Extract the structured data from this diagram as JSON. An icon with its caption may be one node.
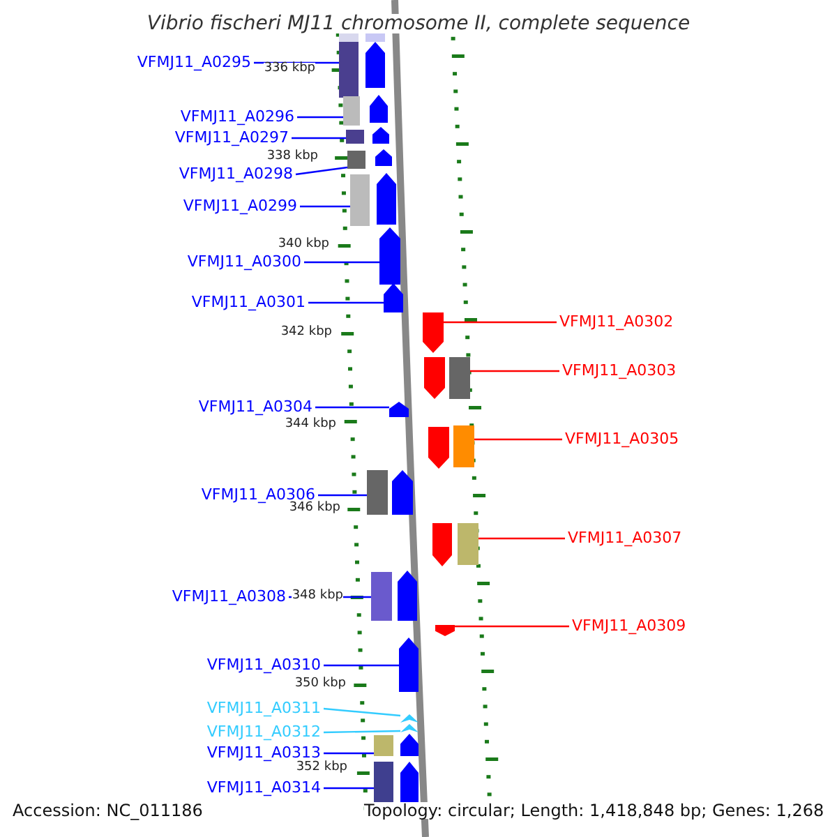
{
  "diagram": {
    "title": "Vibrio fischeri MJ11 chromosome II, complete sequence",
    "nodes": [
      {
        "text": [
          "VFMJ11_A0295"
        ]
      },
      {
        "text": [
          "VFMJ11_A0296"
        ]
      },
      {
        "text": [
          "VFMJ11_A0297"
        ]
      },
      {
        "text": [
          "VFMJ11_A0298"
        ]
      },
      {
        "text": [
          "VFMJ11_A0299"
        ]
      },
      {
        "text": [
          "VFMJ11_A0300"
        ]
      },
      {
        "text": [
          "VFMJ11_A0301"
        ]
      },
      {
        "text": [
          "VFMJ11_A0302"
        ]
      },
      {
        "text": [
          "VFMJ11_A0303"
        ]
      },
      {
        "text": [
          "VFMJ11_A0304"
        ]
      },
      {
        "text": [
          "VFMJ11_A0305"
        ]
      },
      {
        "text": [
          "VFMJ11_A0306"
        ]
      },
      {
        "text": [
          "VFMJ11_A0307"
        ]
      },
      {
        "text": [
          "VFMJ11_A0308"
        ]
      },
      {
        "text": [
          "VFMJ11_A0309"
        ]
      },
      {
        "text": [
          "VFMJ11_A0310"
        ]
      },
      {
        "text": [
          "VFMJ11_A0311"
        ]
      },
      {
        "text": [
          "VFMJ11_A0312"
        ]
      },
      {
        "text": [
          "VFMJ11_A0313"
        ]
      },
      {
        "text": [
          "VFMJ11_A0314"
        ]
      },
      {
        "text": [],
        "shape": "box"
      },
      {
        "text": [],
        "shape": "box"
      },
      {
        "text": [],
        "shape": "box"
      },
      {
        "text": [],
        "shape": "box"
      },
      {
        "text": [],
        "shape": "box"
      },
      {
        "text": [],
        "shape": "arrow"
      },
      {
        "text": [],
        "shape": "arrow"
      },
      {
        "text": [],
        "shape": "arrow"
      },
      {
        "text": [],
        "shape": "box"
      },
      {
        "text": [],
        "shape": "arrow"
      },
      {
        "text": [],
        "shape": "box"
      },
      {
        "text": [],
        "shape": "box"
      },
      {
        "text": [],
        "shape": "box"
      },
      {
        "text": [],
        "shape": "box"
      },
      {
        "text": [],
        "shape": "arrow"
      },
      {
        "text": [],
        "shape": "arrow"
      },
      {
        "text": [],
        "shape": "arrow"
      },
      {
        "text": [],
        "shape": "arrow"
      },
      {
        "text": [],
        "shape": "box"
      },
      {
        "text": [],
        "shape": "box"
      },
      {
        "text": [],
        "shape": "box"
      },
      {
        "text": [],
        "shape": "box"
      },
      {
        "text": [],
        "shape": "arrow"
      },
      {
        "text": [],
        "shape": "arrow"
      },
      {
        "text": [],
        "shape": "arrow"
      },
      {
        "text": [],
        "shape": "arrow"
      },
      {
        "text": [],
        "shape": "arrow"
      },
      {
        "text": [],
        "shape": "arrow"
      },
      {
        "text": [],
        "shape": "arrow"
      },
      {
        "text": [],
        "shape": "arrow"
      },
      {
        "text": [],
        "shape": "arrow"
      },
      {
        "text": [],
        "shape": "arrow"
      },
      {
        "text": [],
        "shape": "arrow"
      },
      {
        "text": [],
        "shape": "arrow"
      }
    ],
    "edges": [
      {
        "from": 0,
        "to": 20,
        "arrow": "none"
      },
      {
        "from": 1,
        "to": 21,
        "arrow": "none"
      },
      {
        "from": 2,
        "to": 22,
        "arrow": "none"
      },
      {
        "from": 3,
        "to": 23,
        "arrow": "none"
      },
      {
        "from": 4,
        "to": 24,
        "arrow": "none"
      },
      {
        "from": 5,
        "to": 25,
        "arrow": "none"
      },
      {
        "from": 6,
        "to": 26,
        "arrow": "none"
      },
      {
        "from": 7,
        "to": 27,
        "arrow": "none",
        "color": "#ff0000"
      },
      {
        "from": 8,
        "to": 28,
        "arrow": "none",
        "color": "#ff0000"
      },
      {
        "from": 9,
        "to": 29,
        "arrow": "none"
      },
      {
        "from": 10,
        "to": 30,
        "arrow": "none",
        "color": "#ff0000"
      },
      {
        "from": 11,
        "to": 31,
        "arrow": "none"
      },
      {
        "from": 12,
        "to": 32,
        "arrow": "none",
        "color": "#ff0000"
      },
      {
        "from": 13,
        "to": 33,
        "arrow": "none"
      },
      {
        "from": 14,
        "to": 34,
        "arrow": "none",
        "color": "#ff0000"
      },
      {
        "from": 15,
        "to": 35,
        "arrow": "none"
      },
      {
        "from": 16,
        "to": 36,
        "arrow": "none",
        "color": "#33ccff"
      },
      {
        "from": 17,
        "to": 37,
        "arrow": "none",
        "color": "#33ccff"
      },
      {
        "from": 18,
        "to": 38,
        "arrow": "none"
      },
      {
        "from": 19,
        "to": 39,
        "arrow": "none"
      }
    ],
    "labels": [
      "336 kbp",
      "338 kbp",
      "340 kbp",
      "342 kbp",
      "344 kbp",
      "346 kbp",
      "348 kbp",
      "350 kbp",
      "352 kbp",
      "Accession: NC_011186",
      "Topology: circular; Length: 1,418,848 bp; Genes: 1,268"
    ]
  }
}
